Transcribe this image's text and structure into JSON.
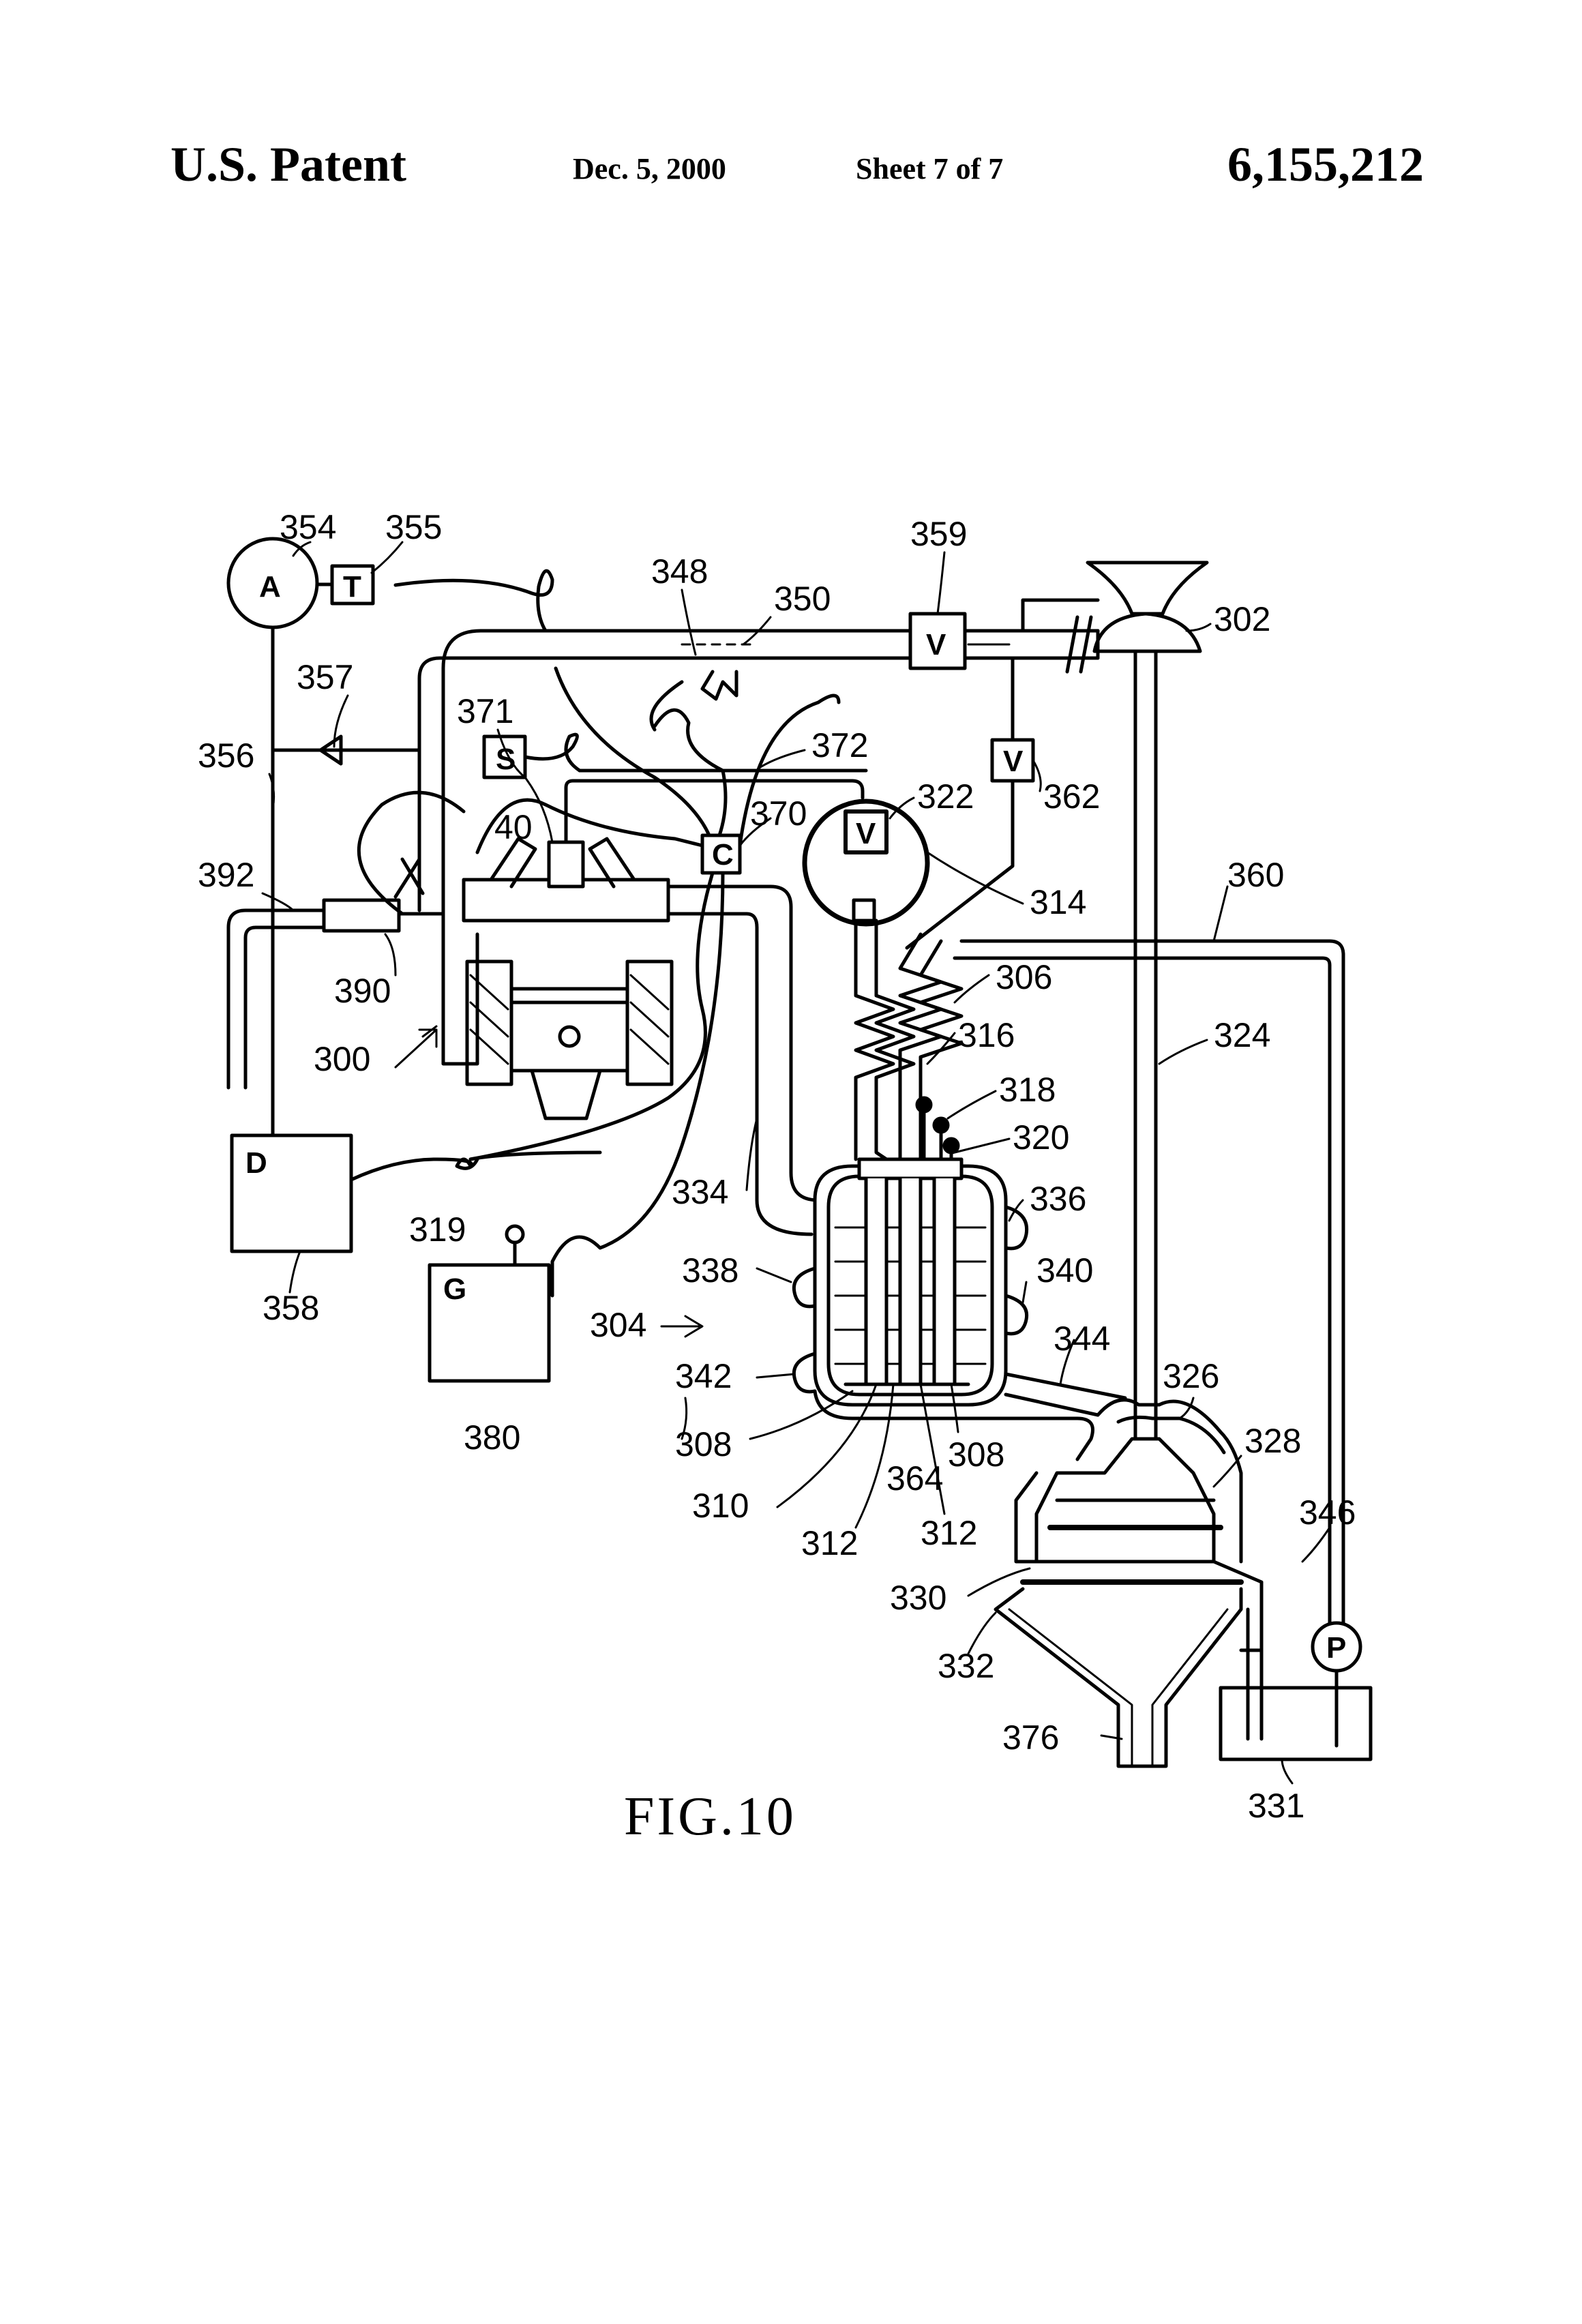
{
  "header": {
    "left": "U.S. Patent",
    "date": "Dec. 5, 2000",
    "sheet": "Sheet 7 of 7",
    "number": "6,155,212"
  },
  "figure": {
    "caption": "FIG.10",
    "boxes": {
      "A": "A",
      "T": "T",
      "S": "S",
      "C": "C",
      "V1": "V",
      "V2": "V",
      "V3": "V",
      "D": "D",
      "G": "G",
      "P": "P"
    },
    "labels": {
      "l354": "354",
      "l355": "355",
      "l357": "357",
      "l356": "356",
      "l392": "392",
      "l390": "390",
      "l300": "300",
      "l371": "371",
      "l40": "40",
      "l348": "348",
      "l350": "350",
      "l359": "359",
      "l302": "302",
      "l372": "372",
      "l370": "370",
      "l322": "322",
      "l362": "362",
      "l314": "314",
      "l360": "360",
      "l306": "306",
      "l316": "316",
      "l324": "324",
      "l318": "318",
      "l320": "320",
      "l336": "336",
      "l334": "334",
      "l338": "338",
      "l340": "340",
      "l304": "304",
      "l342": "342",
      "l344": "344",
      "l326": "326",
      "l308a": "308",
      "l308b": "308",
      "l364": "364",
      "l310": "310",
      "l312a": "312",
      "l312b": "312",
      "l328": "328",
      "l346": "346",
      "l330": "330",
      "l332": "332",
      "l376": "376",
      "l331": "331",
      "l319": "319",
      "l380": "380",
      "l358": "358"
    }
  }
}
